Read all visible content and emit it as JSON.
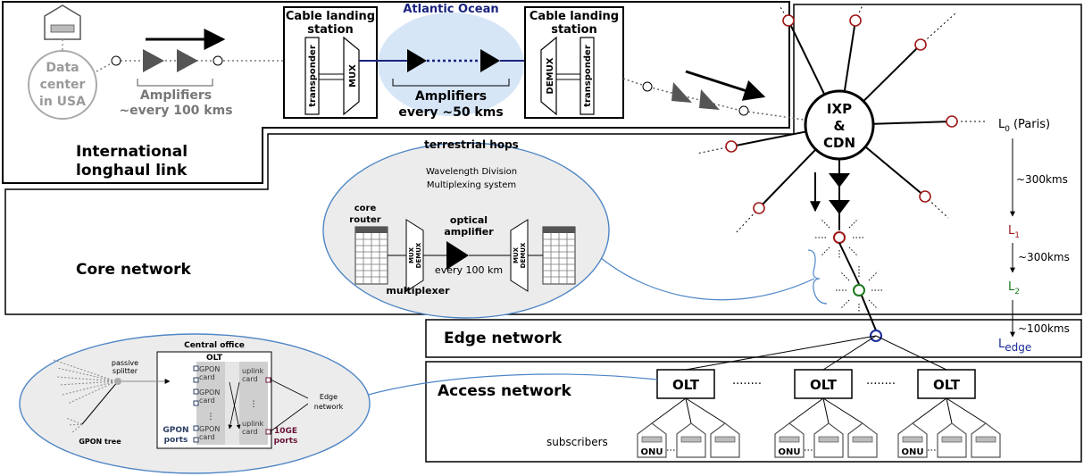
{
  "intl": {
    "title_line1": "International",
    "title_line2": "longhaul link",
    "ocean": "Atlantic Ocean",
    "dc_line1": "Data",
    "dc_line2": "center",
    "dc_line3": "in USA",
    "amp1_line1": "Amplifiers",
    "amp1_line2": "~every 100 kms",
    "station_line1": "Cable landing",
    "station_line2": "station",
    "transponder": "transponder",
    "mux": "MUX",
    "demux": "DEMUX",
    "amp2_line1": "Amplifiers",
    "amp2_line2": "every ~50 kms"
  },
  "hub": {
    "line1": "IXP",
    "line2": "&",
    "line3": "CDN"
  },
  "core": {
    "title": "Core network",
    "hops_title": "terrestrial hops",
    "wdm_line1": "Wavelength Division",
    "wdm_line2": "Multiplexing system",
    "router_line1": "core",
    "router_line2": "router",
    "mux": "MUX",
    "demux": "DEMUX",
    "amp_line1": "optical",
    "amp_line2": "amplifier",
    "amp_every": "every 100 km",
    "multiplexer": "multiplexer"
  },
  "levels": {
    "l0_main": "L",
    "l0_sub": "0",
    "l0_suffix": "(Paris)",
    "d1": "~300kms",
    "l1_main": "L",
    "l1_sub": "1",
    "d2": "~300kms",
    "l2_main": "L",
    "l2_sub": "2",
    "d3": "~100kms",
    "le_main": "L",
    "le_sub": "edge"
  },
  "edge": {
    "title": "Edge network"
  },
  "access": {
    "title": "Access network",
    "olt": "OLT",
    "subscribers": "subscribers",
    "onu": "ONU",
    "dots": "........"
  },
  "co": {
    "title": "Central office",
    "olt": "OLT",
    "splitter_line1": "passive",
    "splitter_line2": "splitter",
    "gpon_tree": "GPON tree",
    "gpon_card_line1": "GPON",
    "gpon_card_line2": "card",
    "uplink_line1": "uplink",
    "uplink_line2": "card",
    "gpon_ports_line1": "GPON",
    "gpon_ports_line2": "ports",
    "tenge_line1": "10GE",
    "tenge_line2": "ports",
    "edge_line1": "Edge",
    "edge_line2": "network"
  },
  "colors": {
    "red_node": "#a01818",
    "green_node": "#1c7a1c",
    "blue_node": "#1a2a9a",
    "ocean_title": "#1a237e",
    "gray_text": "#9a9a9a",
    "bubble": "#ececec",
    "ocean_glow": "#d6e6f7",
    "link_blue": "#4f86c6",
    "port_maroon": "#6a1438",
    "port_navy": "#2b3e63"
  }
}
